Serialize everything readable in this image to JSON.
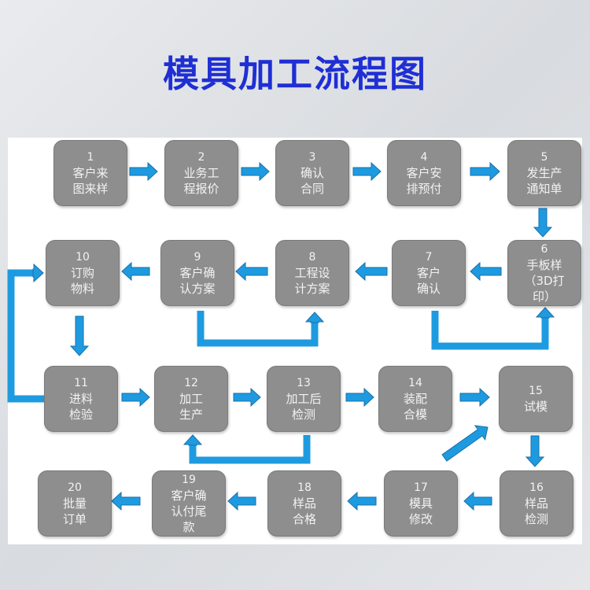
{
  "title": "模具加工流程图",
  "arrow_color": "#1e9be0",
  "box_color": "#8e8e8e",
  "steps": [
    {
      "num": "1",
      "label": "客户来\n图来样"
    },
    {
      "num": "2",
      "label": "业务工\n程报价"
    },
    {
      "num": "3",
      "label": "确认\n合同"
    },
    {
      "num": "4",
      "label": "客户安\n排预付"
    },
    {
      "num": "5",
      "label": "发生产\n通知单"
    },
    {
      "num": "6",
      "label": "手板样\n（3D打\n印）"
    },
    {
      "num": "7",
      "label": "客户\n确认"
    },
    {
      "num": "8",
      "label": "工程设\n计方案"
    },
    {
      "num": "9",
      "label": "客户确\n认方案"
    },
    {
      "num": "10",
      "label": "订购\n物料"
    },
    {
      "num": "11",
      "label": "进料\n检验"
    },
    {
      "num": "12",
      "label": "加工\n生产"
    },
    {
      "num": "13",
      "label": "加工后\n检测"
    },
    {
      "num": "14",
      "label": "装配\n合模"
    },
    {
      "num": "15",
      "label": "试模"
    },
    {
      "num": "16",
      "label": "样品\n检测"
    },
    {
      "num": "17",
      "label": "模具\n修改"
    },
    {
      "num": "18",
      "label": "样品\n合格"
    },
    {
      "num": "19",
      "label": "客户确\n认付尾\n款"
    },
    {
      "num": "20",
      "label": "批量\n订单"
    }
  ]
}
